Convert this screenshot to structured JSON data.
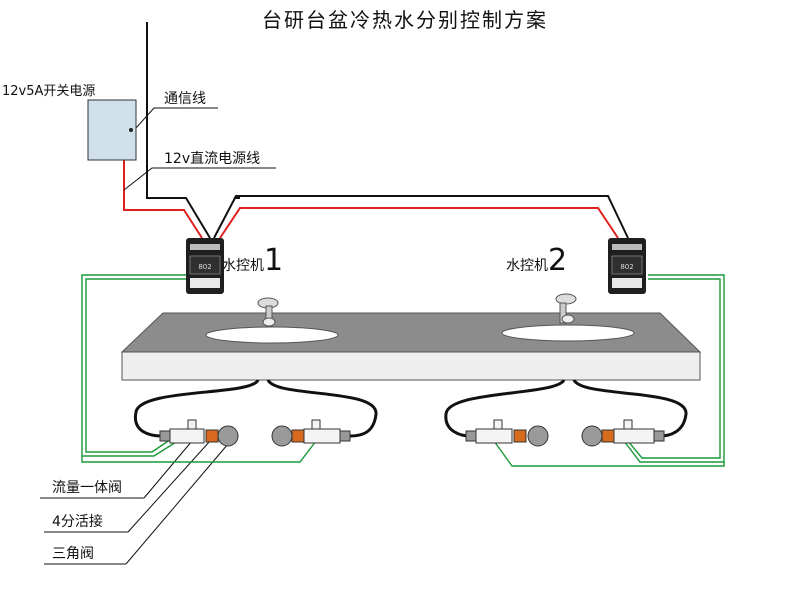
{
  "diagram": {
    "title": "台研台盆冷热水分别控制方案",
    "power_supply_label": "12v5A开关电源",
    "comm_wire_label": "通信线",
    "dc_wire_label": "12v直流电源线",
    "controller_1": {
      "label": "水控机",
      "number": "1",
      "display_text": "802"
    },
    "controller_2": {
      "label": "水控机",
      "number": "2",
      "display_text": "802"
    },
    "legend": {
      "flow_valve": "流量一体阀",
      "union_joint": "4分活接",
      "angle_valve": "三角阀"
    },
    "colors": {
      "power_wire": "#e0201c",
      "signal_wire": "#111111",
      "green_wire": "#1a9a3a",
      "counter_top": "#8c8c8c",
      "counter_front": "#eeeeee",
      "psu_box": "#cfe0ea",
      "union_joint": "#d86a1e",
      "angle_valve": "#9a9a9a"
    }
  }
}
